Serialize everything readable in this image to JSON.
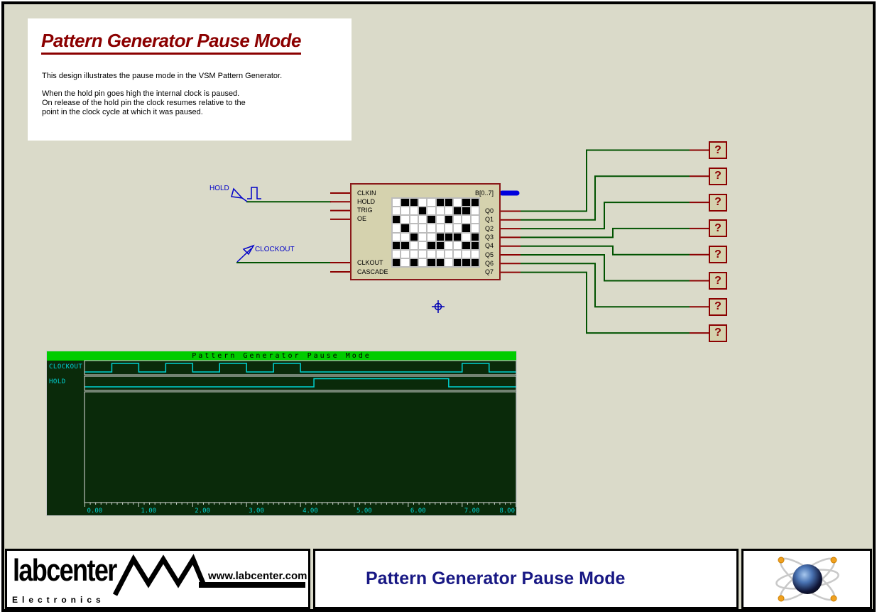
{
  "colors": {
    "canvas_bg": "#dadac9",
    "wire_green": "#005300",
    "pin_red": "#8b0000",
    "component_fill": "#d5d2ae",
    "component_border": "#8a1a1a",
    "bus_blue": "#0000dd",
    "schematic_label_blue": "#0000c8",
    "graph_titlebar_green": "#00cc00",
    "graph_bg": "#0a2a0a",
    "trace_cyan": "#00d2d2",
    "note_title_red": "#8b0000",
    "footer_title_navy": "#181884"
  },
  "note_box": {
    "title": "Pattern Generator Pause Mode",
    "para1": "This design illustrates the pause mode in the VSM Pattern Generator.",
    "para2_lines": [
      "When the hold pin goes high the internal clock is paused.",
      "On release of the hold pin the clock resumes relative to the",
      "point in the clock cycle at which it was paused."
    ]
  },
  "schematic": {
    "hold_net_label": "HOLD",
    "clockout_net_label": "CLOCKOUT",
    "component": {
      "left_pins": [
        "CLKIN",
        "HOLD",
        "TRIG",
        "OE"
      ],
      "bottom_left_pins": [
        "CLKOUT",
        "CASCADE"
      ],
      "right_pins": [
        "Q0",
        "Q1",
        "Q2",
        "Q3",
        "Q4",
        "Q5",
        "Q6",
        "Q7"
      ],
      "bus_label": "B[0..7]",
      "pattern_grid": [
        [
          0,
          1,
          1,
          0,
          0,
          1,
          1,
          0,
          1,
          1
        ],
        [
          0,
          0,
          0,
          1,
          0,
          0,
          0,
          1,
          1,
          0
        ],
        [
          1,
          0,
          0,
          0,
          1,
          0,
          1,
          0,
          0,
          0
        ],
        [
          0,
          1,
          0,
          0,
          0,
          0,
          0,
          0,
          1,
          0
        ],
        [
          0,
          0,
          1,
          0,
          0,
          1,
          1,
          1,
          0,
          1
        ],
        [
          1,
          1,
          0,
          0,
          1,
          1,
          0,
          0,
          1,
          1
        ],
        [
          0,
          0,
          0,
          0,
          0,
          0,
          0,
          0,
          0,
          0
        ],
        [
          1,
          0,
          1,
          0,
          1,
          1,
          0,
          1,
          1,
          1
        ]
      ]
    },
    "probes": [
      "?",
      "?",
      "?",
      "?",
      "?",
      "?",
      "?",
      "?"
    ]
  },
  "chart_data": {
    "type": "line",
    "title": "Pattern Generator Pause Mode",
    "xlim": [
      0,
      8
    ],
    "x_ticks": [
      "0.00",
      "1.00",
      "2.00",
      "3.00",
      "4.00",
      "5.00",
      "6.00",
      "7.00",
      "8.00"
    ],
    "minor_tick_step": 0.1,
    "grid": false,
    "series": [
      {
        "name": "CLOCKOUT",
        "kind": "digital",
        "high_intervals": [
          [
            0.5,
            1.0
          ],
          [
            1.5,
            2.0
          ],
          [
            2.5,
            3.0
          ],
          [
            3.5,
            4.0
          ],
          [
            7.0,
            7.5
          ]
        ]
      },
      {
        "name": "HOLD",
        "kind": "digital",
        "high_intervals": [
          [
            4.25,
            6.75
          ]
        ]
      }
    ]
  },
  "footer": {
    "brand": "labcenter",
    "brand_sub": "Electronics",
    "url": "www.labcenter.com",
    "title": "Pattern Generator Pause Mode"
  }
}
